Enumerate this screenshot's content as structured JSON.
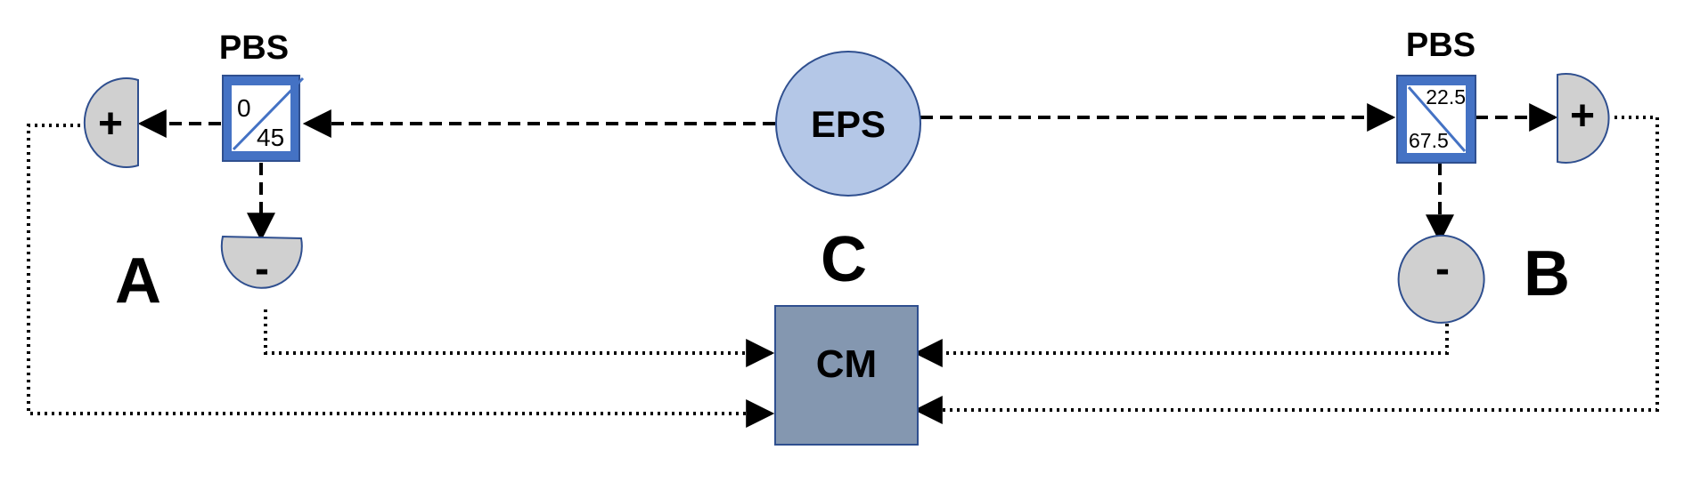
{
  "labels": {
    "pbs_left": "PBS",
    "pbs_right": "PBS",
    "eps": "EPS",
    "cm": "CM",
    "party_a": "A",
    "party_b": "B",
    "party_c": "C",
    "plus": "+",
    "minus": "-"
  },
  "pbs_left_angles": {
    "top": "0",
    "bottom": "45"
  },
  "pbs_right_angles": {
    "top": "22.5",
    "bottom": "67.5"
  },
  "colors": {
    "pbs_fill": "#4472c4",
    "eps_fill": "#b4c7e7",
    "cm_fill": "#8497b0",
    "detector_fill": "#d0d0d0",
    "outline": "#2f4f8f"
  }
}
